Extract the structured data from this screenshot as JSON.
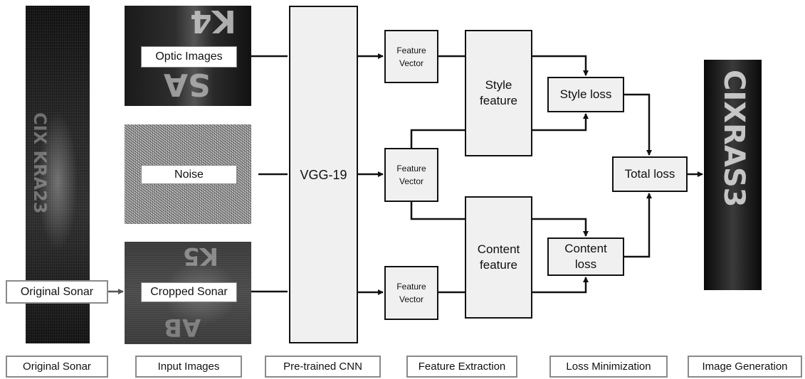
{
  "input_labels": {
    "optic": "Optic Images",
    "noise": "Noise",
    "cropped": "Cropped Sonar",
    "original": "Original Sonar"
  },
  "network": {
    "vgg": "VGG-19"
  },
  "features": {
    "vector": "Feature Vector",
    "style": "Style feature",
    "content": "Content feature"
  },
  "losses": {
    "style": "Style loss",
    "content": "Content loss",
    "total": "Total loss"
  },
  "stages": [
    "Original Sonar",
    "Input Images",
    "Pre-trained CNN",
    "Feature Extraction",
    "Loss Minimization",
    "Image Generation"
  ]
}
